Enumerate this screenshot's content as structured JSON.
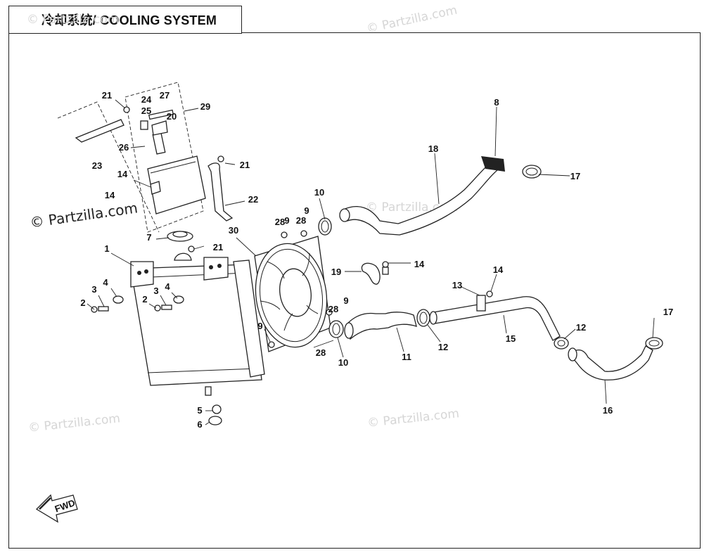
{
  "diagram": {
    "title": "冷却系统/ COOLING SYSTEM",
    "watermark": "© Partzilla.com",
    "fwd_label": "FWD",
    "callouts": [
      {
        "id": "c1",
        "label": "1"
      },
      {
        "id": "c2a",
        "label": "2"
      },
      {
        "id": "c2b",
        "label": "2"
      },
      {
        "id": "c3a",
        "label": "3"
      },
      {
        "id": "c3b",
        "label": "3"
      },
      {
        "id": "c4a",
        "label": "4"
      },
      {
        "id": "c4b",
        "label": "4"
      },
      {
        "id": "c5",
        "label": "5"
      },
      {
        "id": "c6",
        "label": "6"
      },
      {
        "id": "c7",
        "label": "7"
      },
      {
        "id": "c8",
        "label": "8"
      },
      {
        "id": "c9a",
        "label": "9"
      },
      {
        "id": "c9b",
        "label": "9"
      },
      {
        "id": "c9c",
        "label": "9"
      },
      {
        "id": "c9d",
        "label": "9"
      },
      {
        "id": "c10a",
        "label": "10"
      },
      {
        "id": "c10b",
        "label": "10"
      },
      {
        "id": "c11",
        "label": "11"
      },
      {
        "id": "c12a",
        "label": "12"
      },
      {
        "id": "c12b",
        "label": "12"
      },
      {
        "id": "c13",
        "label": "13"
      },
      {
        "id": "c14a",
        "label": "14"
      },
      {
        "id": "c14b",
        "label": "14"
      },
      {
        "id": "c14c",
        "label": "14"
      },
      {
        "id": "c14d",
        "label": "14"
      },
      {
        "id": "c15",
        "label": "15"
      },
      {
        "id": "c16",
        "label": "16"
      },
      {
        "id": "c17a",
        "label": "17"
      },
      {
        "id": "c17b",
        "label": "17"
      },
      {
        "id": "c18",
        "label": "18"
      },
      {
        "id": "c19",
        "label": "19"
      },
      {
        "id": "c20",
        "label": "20"
      },
      {
        "id": "c21a",
        "label": "21"
      },
      {
        "id": "c21b",
        "label": "21"
      },
      {
        "id": "c21c",
        "label": "21"
      },
      {
        "id": "c22",
        "label": "22"
      },
      {
        "id": "c23",
        "label": "23"
      },
      {
        "id": "c24",
        "label": "24"
      },
      {
        "id": "c25",
        "label": "25"
      },
      {
        "id": "c26",
        "label": "26"
      },
      {
        "id": "c27",
        "label": "27"
      },
      {
        "id": "c28a",
        "label": "28"
      },
      {
        "id": "c28b",
        "label": "28"
      },
      {
        "id": "c28c",
        "label": "28"
      },
      {
        "id": "c28d",
        "label": "28"
      },
      {
        "id": "c29",
        "label": "29"
      },
      {
        "id": "c30",
        "label": "30"
      }
    ]
  }
}
